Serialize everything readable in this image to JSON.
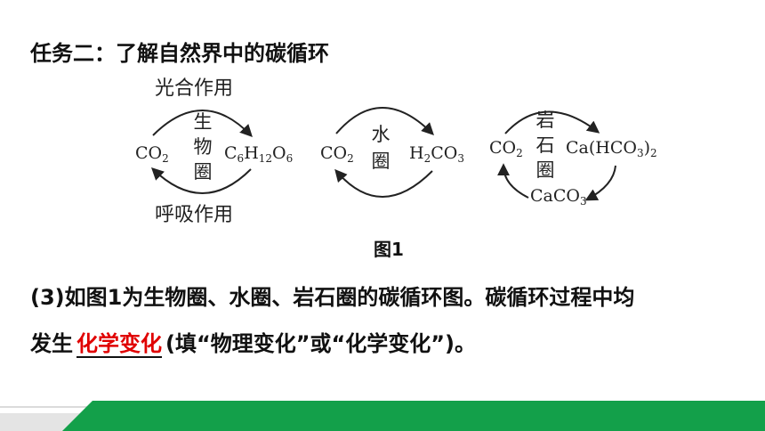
{
  "title": "任务二：了解自然界中的碳循环",
  "figure": {
    "caption": "图1",
    "cycle1": {
      "top_label": "光合作用",
      "bottom_label": "呼吸作用",
      "center": [
        "生",
        "物",
        "圈"
      ],
      "left": {
        "base": "CO",
        "sub": "2"
      },
      "right": [
        {
          "t": "C"
        },
        {
          "t": "6",
          "sub": true
        },
        {
          "t": "H"
        },
        {
          "t": "12",
          "sub": true
        },
        {
          "t": "O"
        },
        {
          "t": "6",
          "sub": true
        }
      ]
    },
    "cycle2": {
      "center": [
        "水",
        "圈"
      ],
      "left": {
        "base": "CO",
        "sub": "2"
      },
      "right": [
        {
          "t": "H"
        },
        {
          "t": "2",
          "sub": true
        },
        {
          "t": "CO"
        },
        {
          "t": "3",
          "sub": true
        }
      ]
    },
    "cycle3": {
      "center": [
        "岩",
        "石",
        "圈"
      ],
      "left": {
        "base": "CO",
        "sub": "2"
      },
      "right": [
        {
          "t": "Ca(HCO"
        },
        {
          "t": "3",
          "sub": true
        },
        {
          "t": ")"
        },
        {
          "t": "2",
          "sub": true
        }
      ],
      "bottom": [
        {
          "t": "CaCO"
        },
        {
          "t": "3",
          "sub": true
        }
      ]
    }
  },
  "question": {
    "line1": "(3)如图1为生物圈、水圈、岩石圈的碳循环图。碳循环过程中均",
    "line2_prefix": "发生",
    "answer": "化学变化",
    "line2_suffix": "(填“物理变化”或“化学变化”)。"
  },
  "colors": {
    "answer": "#e00000",
    "footer_green": "#13a04a"
  }
}
